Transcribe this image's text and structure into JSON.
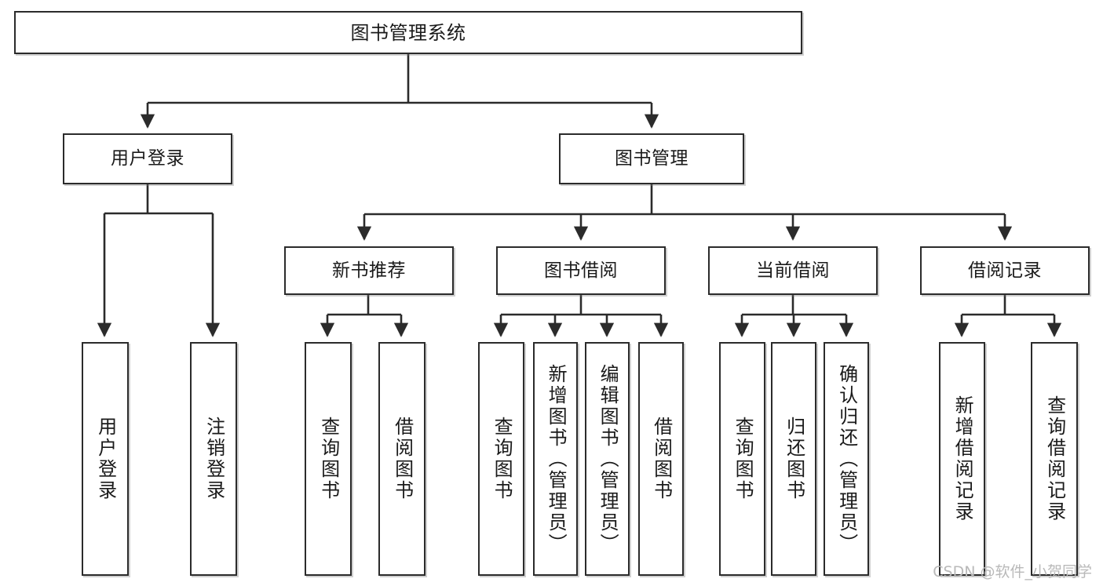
{
  "diagram": {
    "title": "图书管理系统",
    "watermark": "CSDN @软件_小贺同学",
    "colors": {
      "box_border": "#2b2b2b",
      "box_fill": "#ffffff",
      "edge": "#2b2b2b",
      "text": "#1a1a1a",
      "watermark": "#b9b9b9"
    },
    "root": {
      "label": "图书管理系统"
    },
    "level2": [
      {
        "label": "用户登录"
      },
      {
        "label": "图书管理"
      }
    ],
    "level3": [
      {
        "label": "新书推荐"
      },
      {
        "label": "图书借阅"
      },
      {
        "label": "当前借阅"
      },
      {
        "label": "借阅记录"
      }
    ],
    "leaves": {
      "user_login": [
        {
          "label": "用户登录"
        },
        {
          "label": "注销登录"
        }
      ],
      "new_book_recommend": [
        {
          "label": "查询图书"
        },
        {
          "label": "借阅图书"
        }
      ],
      "book_borrow": [
        {
          "label": "查询图书"
        },
        {
          "label": "新增图书（管理员）"
        },
        {
          "label": "编辑图书（管理员）"
        },
        {
          "label": "借阅图书"
        }
      ],
      "current_borrow": [
        {
          "label": "查询图书"
        },
        {
          "label": "归还图书"
        },
        {
          "label": "确认归还（管理员）"
        }
      ],
      "borrow_record": [
        {
          "label": "新增借阅记录"
        },
        {
          "label": "查询借阅记录"
        }
      ]
    }
  }
}
